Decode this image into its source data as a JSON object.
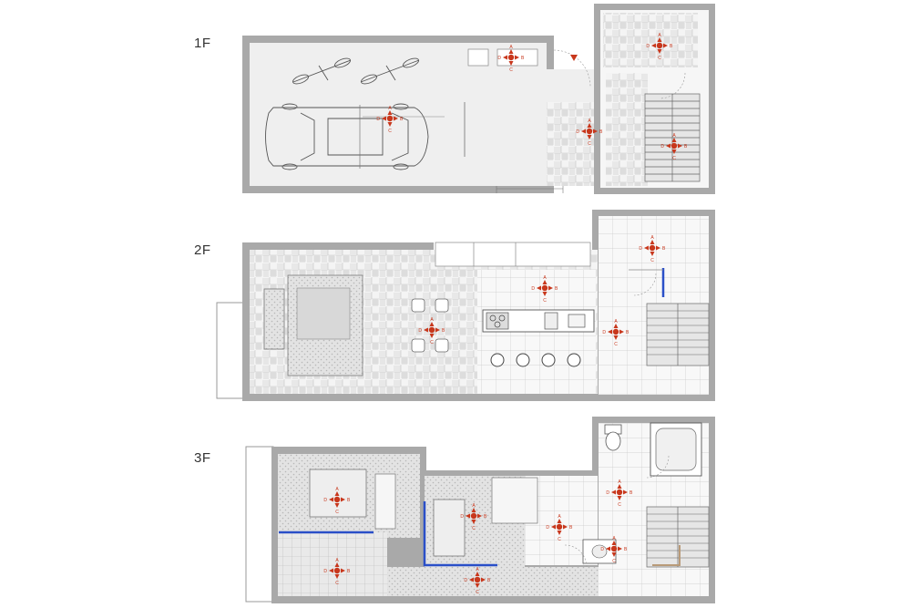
{
  "floors": [
    {
      "label": "1F"
    },
    {
      "label": "2F"
    },
    {
      "label": "3F"
    }
  ],
  "marker_letters": {
    "a": "A",
    "b": "B",
    "c": "C",
    "d": "D"
  },
  "colors": {
    "wall": "#a9a9a9",
    "floor_1f": "#efefef",
    "tile": "#f7f7f7",
    "line": "#8a8a8a",
    "marker": "#c8371c",
    "partition": "#2a4fc8",
    "stair": "#b89a78"
  },
  "icons": [
    "car-icon",
    "motorcycle-icon",
    "camera-marker-icon",
    "stair-icon",
    "bathtub-icon",
    "toilet-icon",
    "sofa-icon",
    "bed-icon",
    "stove-icon",
    "sink-icon",
    "stool-icon"
  ]
}
